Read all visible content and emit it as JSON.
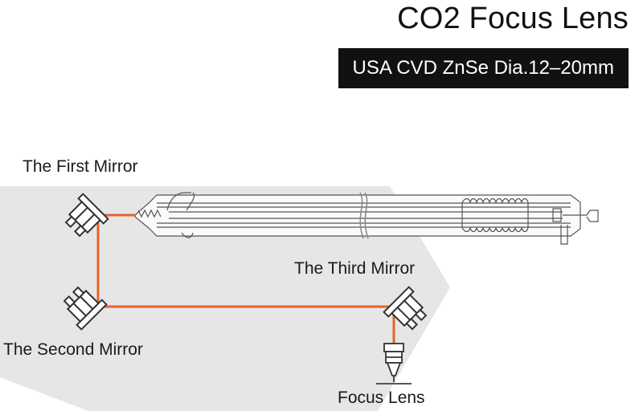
{
  "header": {
    "title": "CO2 Focus Lens",
    "subtitle": "USA CVD ZnSe Dia.12–20mm"
  },
  "labels": {
    "first_mirror": "The First Mirror",
    "second_mirror": "The Second Mirror",
    "third_mirror": "The Third Mirror",
    "focus_lens": "Focus Lens"
  },
  "colors": {
    "beam": "#e8622c",
    "background_band": "#e6e6e6",
    "line_art": "#555555"
  }
}
